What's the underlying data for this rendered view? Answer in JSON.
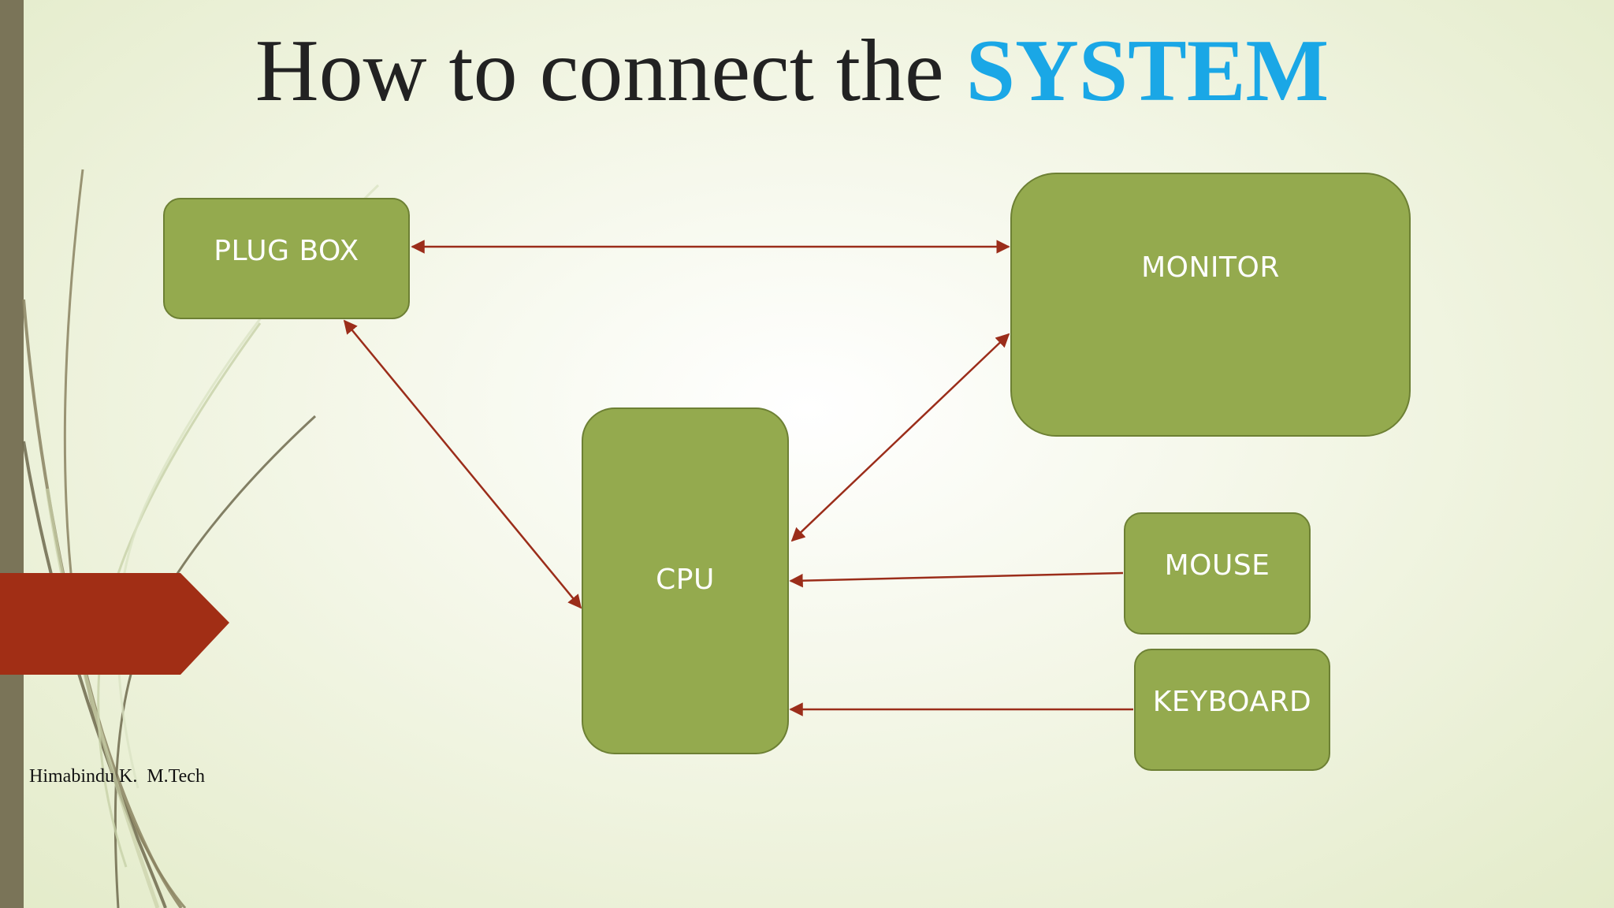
{
  "slide": {
    "title_main": "How to connect the",
    "title_accent": "SYSTEM",
    "author": "Himabindu K.  M.Tech"
  },
  "diagram": {
    "nodes": [
      {
        "id": "plug-box",
        "label": "PLUG BOX"
      },
      {
        "id": "monitor",
        "label": "MONITOR"
      },
      {
        "id": "cpu",
        "label": "CPU"
      },
      {
        "id": "mouse",
        "label": "MOUSE"
      },
      {
        "id": "keyboard",
        "label": "KEYBOARD"
      }
    ],
    "edges": [
      {
        "from": "plug-box",
        "to": "monitor",
        "direction": "both"
      },
      {
        "from": "plug-box",
        "to": "cpu",
        "direction": "both"
      },
      {
        "from": "monitor",
        "to": "cpu",
        "direction": "both"
      },
      {
        "from": "mouse",
        "to": "cpu",
        "direction": "forward"
      },
      {
        "from": "keyboard",
        "to": "cpu",
        "direction": "forward"
      }
    ]
  },
  "colors": {
    "box_fill": "#94aa4e",
    "box_border": "#6d8034",
    "box_text": "#ffffff",
    "arrow": "#9b2d1a",
    "title_accent": "#1aa7e6",
    "red_tab": "#a12e15",
    "left_bar": "#7a7458"
  }
}
